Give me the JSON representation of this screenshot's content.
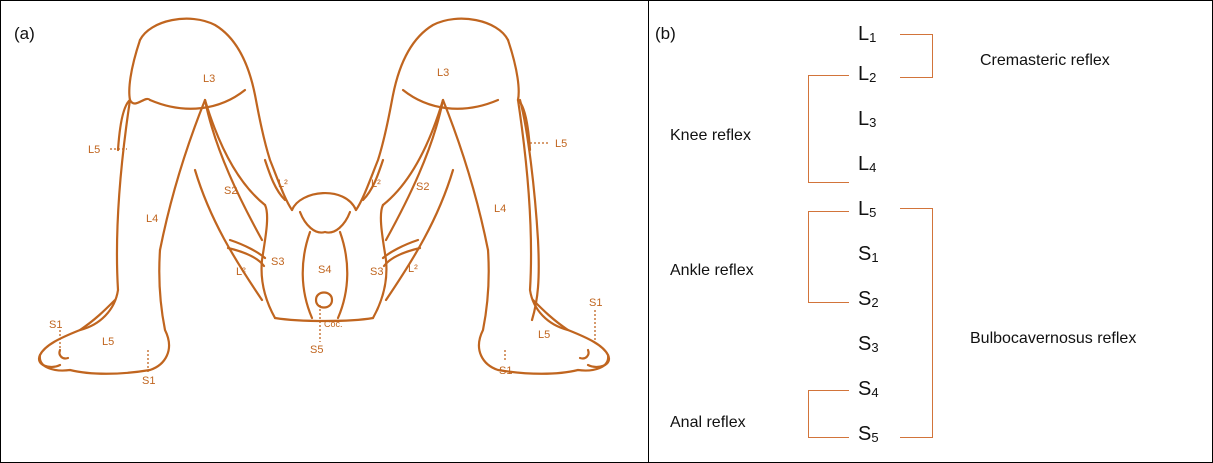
{
  "panel_a": {
    "label": "(a)",
    "dermatome_labels": {
      "l3_left": "L3",
      "l3_right": "L3",
      "l5_left_thigh": "L5",
      "l5_right_thigh": "L5",
      "l2_left_upper": "L²",
      "l2_right_upper": "L²",
      "s2_left": "S2",
      "s2_right": "S2",
      "l4_left": "L4",
      "l4_right": "L4",
      "s3_left": "S3",
      "s3_right": "S3",
      "s4": "S4",
      "l2_left_lower": "L²",
      "l2_right_lower": "L²",
      "coc": "Coc.",
      "s5": "S5",
      "s1_left_toe": "S1",
      "s1_left_heel": "S1",
      "s1_right_heel": "S1",
      "s1_right_toe": "S1",
      "l5_left_foot": "L5",
      "l5_right_foot": "L5"
    },
    "line_color": "#c0651f"
  },
  "panel_b": {
    "label": "(b)",
    "segments": [
      {
        "base": "L",
        "sub": "1"
      },
      {
        "base": "L",
        "sub": "2"
      },
      {
        "base": "L",
        "sub": "3"
      },
      {
        "base": "L",
        "sub": "4"
      },
      {
        "base": "L",
        "sub": "5"
      },
      {
        "base": "S",
        "sub": "1"
      },
      {
        "base": "S",
        "sub": "2"
      },
      {
        "base": "S",
        "sub": "3"
      },
      {
        "base": "S",
        "sub": "4"
      },
      {
        "base": "S",
        "sub": "5"
      }
    ],
    "reflexes": {
      "cremasteric": "Cremasteric reflex",
      "knee": "Knee reflex",
      "ankle": "Ankle reflex",
      "bulbocavernosus": "Bulbocavernosus reflex",
      "anal": "Anal reflex"
    },
    "bracket_color": "#d2743a"
  }
}
